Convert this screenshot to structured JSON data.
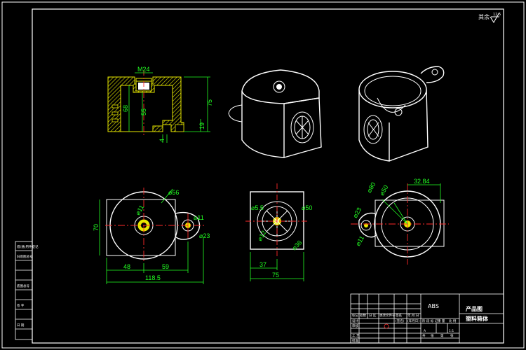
{
  "drawing": {
    "roughness_note": "其余",
    "roughness_value": "12.5",
    "material": "ABS",
    "doc_type": "产品图",
    "part_name": "塑料箱体"
  },
  "section_view": {
    "thread": "M24",
    "h_inner": "68",
    "h_mid": "55",
    "h_total": "75",
    "h_small": "19",
    "t_bottom": "4"
  },
  "front_view": {
    "d_outer": "⌀56",
    "d_bore": "⌀11",
    "d_lug": "⌀11",
    "r_lug": "⌀23",
    "height": "70",
    "w_left": "48",
    "w_right": "59",
    "w_total": "118.5"
  },
  "side_view": {
    "d_a": "⌀5.5",
    "d_b": "⌀50",
    "d_c": "⌀12",
    "d_d": "⌀36",
    "w_a": "37",
    "w_b": "75"
  },
  "top_view": {
    "d_a": "⌀80",
    "d_b": "⌀50",
    "d_c": "⌀23",
    "d_d": "⌀11",
    "d_e": "32.84"
  },
  "left_strip": {
    "rows": [
      "借(通)用件登记",
      "旧底图总号",
      "底图总号",
      "签 字",
      "日 期"
    ]
  },
  "title_block": {
    "h1": "标记",
    "h2": "处数",
    "h3": "分 区",
    "h4": "更改文件号",
    "h5": "签名",
    "h6": "年.月.日",
    "design": "设计",
    "std": "(签名)",
    "date": "(年月日)",
    "check": "审核",
    "process": "工 艺",
    "approve": "批准",
    "stage": "阶 段 标 记",
    "weight": "重 量",
    "scale": "比 例",
    "sheet": "共",
    "zhang": "张",
    "di": "第",
    "zhang2": "张",
    "stage_a": "A",
    "scale_val": "1:1"
  }
}
